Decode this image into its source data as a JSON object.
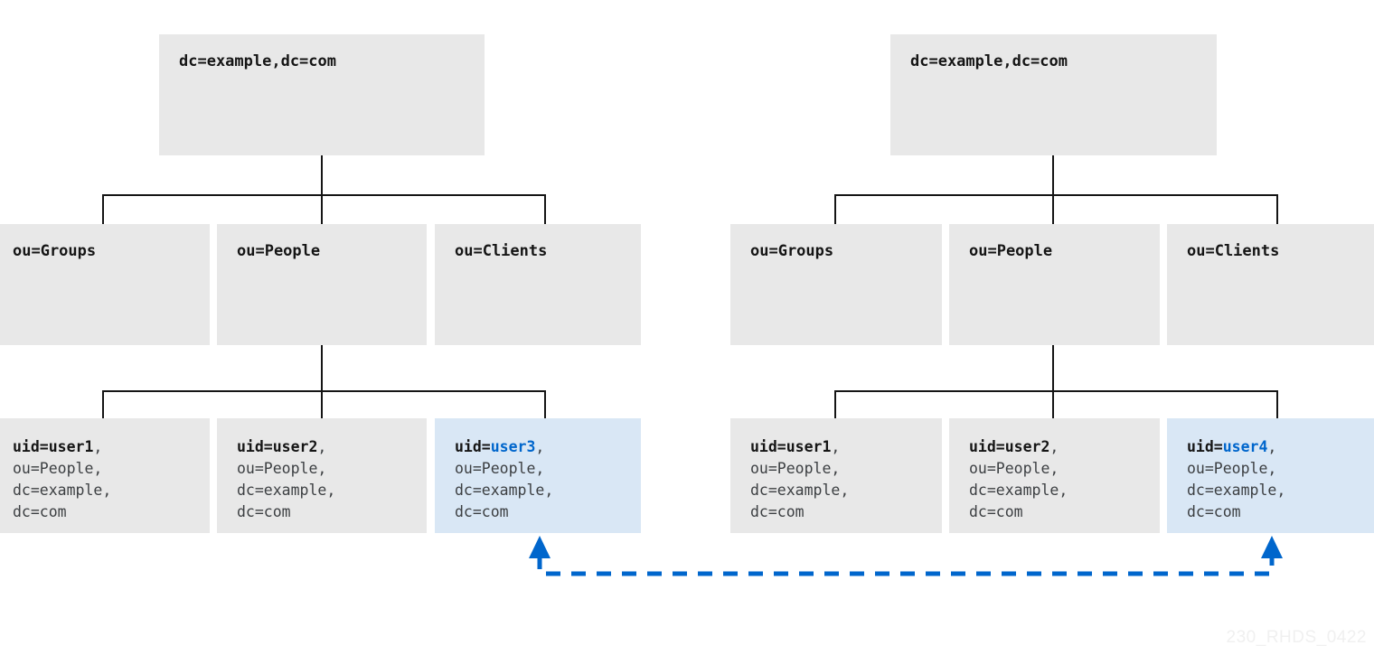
{
  "diagram": {
    "watermark": "230_RHDS_0422",
    "colors": {
      "box_bg": "#e8e8e8",
      "box_highlight_bg": "#d9e7f5",
      "line": "#151515",
      "accent_blue": "#0066cc",
      "text": "#151515",
      "text_secondary": "#3c3f42",
      "watermark": "#f0f0f0",
      "background": "#ffffff"
    },
    "trees": [
      {
        "id": "left-tree",
        "root": {
          "label": "dc=example,dc=com"
        },
        "branches": [
          {
            "label": "ou=Groups"
          },
          {
            "label": "ou=People"
          },
          {
            "label": "ou=Clients"
          }
        ],
        "leaves": [
          {
            "key": "uid=",
            "value": "user1",
            "comma": ",",
            "rest": "ou=People,\ndc=example,\ndc=com",
            "highlighted": false
          },
          {
            "key": "uid=",
            "value": "user2",
            "comma": ",",
            "rest": "ou=People,\ndc=example,\ndc=com",
            "highlighted": false
          },
          {
            "key": "uid=",
            "value": "user3",
            "comma": ",",
            "rest": "ou=People,\ndc=example,\ndc=com",
            "highlighted": true
          }
        ]
      },
      {
        "id": "right-tree",
        "root": {
          "label": "dc=example,dc=com"
        },
        "branches": [
          {
            "label": "ou=Groups"
          },
          {
            "label": "ou=People"
          },
          {
            "label": "ou=Clients"
          }
        ],
        "leaves": [
          {
            "key": "uid=",
            "value": "user1",
            "comma": ",",
            "rest": "ou=People,\ndc=example,\ndc=com",
            "highlighted": false
          },
          {
            "key": "uid=",
            "value": "user2",
            "comma": ",",
            "rest": "ou=People,\ndc=example,\ndc=com",
            "highlighted": false
          },
          {
            "key": "uid=",
            "value": "user4",
            "comma": ",",
            "rest": "ou=People,\ndc=example,\ndc=com",
            "highlighted": true
          }
        ]
      }
    ],
    "sync_link": {
      "name": "replication-link",
      "style": "dashed",
      "color": "#0066cc",
      "arrow_start": "up-arrow",
      "arrow_end": "up-arrow"
    }
  }
}
